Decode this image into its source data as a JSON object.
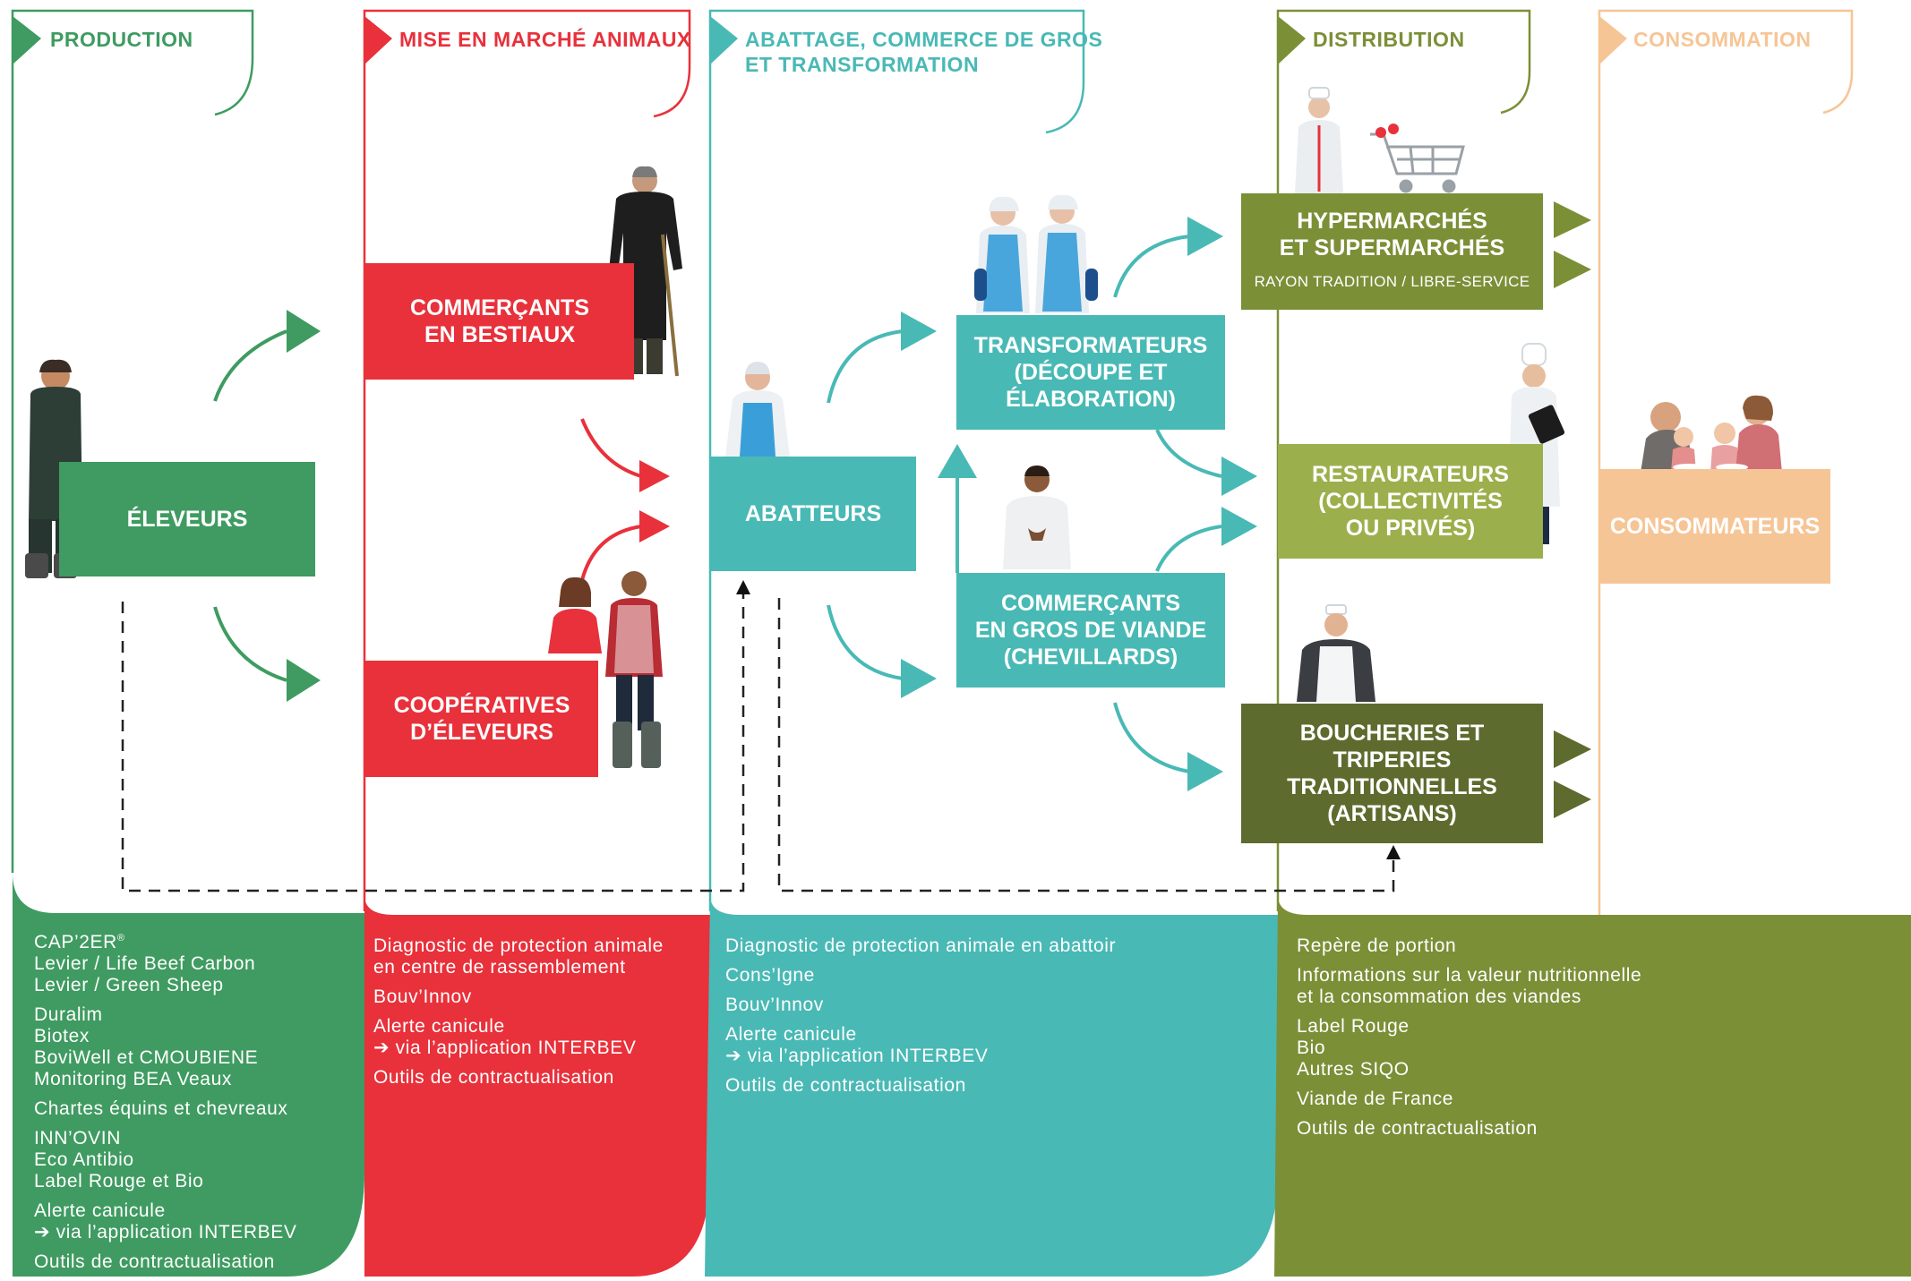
{
  "colors": {
    "production": "#3f9b61",
    "marche": "#e8313b",
    "abattage": "#49b9b5",
    "distribution_dark": "#5d6b2e",
    "distribution": "#7b8f37",
    "distribution_light": "#9bb04c",
    "consommation": "#f6c596"
  },
  "stages": {
    "production": "PRODUCTION",
    "marche": "MISE EN MARCHÉ ANIMAUX",
    "abattage_1": "ABATTAGE, COMMERCE DE GROS",
    "abattage_2": "ET TRANSFORMATION",
    "distribution": "DISTRIBUTION",
    "consommation": "CONSOMMATION"
  },
  "actors": {
    "eleveurs": "ÉLEVEURS",
    "commercants_bestiaux_1": "COMMERÇANTS",
    "commercants_bestiaux_2": "EN BESTIAUX",
    "cooperatives_1": "COOPÉRATIVES",
    "cooperatives_2": "D’ÉLEVEURS",
    "abatteurs": "ABATTEURS",
    "transformateurs_1": "TRANSFORMATEURS",
    "transformateurs_2": "(DÉCOUPE ET",
    "transformateurs_3": "ÉLABORATION)",
    "chevillards_1": "COMMERÇANTS",
    "chevillards_2": "EN GROS DE VIANDE",
    "chevillards_3": "(CHEVILLARDS)",
    "hyper_1": "HYPERMARCHÉS",
    "hyper_2": "ET SUPERMARCHÉS",
    "hyper_sub": "RAYON TRADITION / LIBRE-SERVICE",
    "restaurateurs_1": "RESTAURATEURS",
    "restaurateurs_2": "(COLLECTIVITÉS",
    "restaurateurs_3": "OU PRIVÉS)",
    "boucheries_1": "BOUCHERIES ET TRIPERIES",
    "boucheries_2": "TRADITIONNELLES",
    "boucheries_3": "(ARTISANS)",
    "consommateurs": "CONSOMMATEURS"
  },
  "panels": {
    "production": {
      "cap2er": "CAP’2ER",
      "cap2er_mark": "®",
      "items": [
        "      Levier / Life Beef Carbon\n      Levier / Green Sheep",
        "Duralim\nBiotex\nBoviWell et CMOUBIENE\nMonitoring BEA Veaux",
        "Chartes équins et chevreaux",
        "INN’OVIN\nEco Antibio\nLabel Rouge et Bio",
        "Alerte canicule\n➔ via l’application INTERBEV",
        "Outils de contractualisation"
      ]
    },
    "marche": {
      "items": [
        "Diagnostic de protection animale\nen centre de rassemblement",
        "Bouv’Innov",
        "Alerte canicule\n➔ via l’application INTERBEV",
        "Outils de contractualisation"
      ]
    },
    "abattage": {
      "items": [
        "Diagnostic de protection animale en abattoir",
        "Cons’Igne",
        "Bouv’Innov",
        "Alerte canicule\n➔ via l’application INTERBEV",
        "Outils de contractualisation"
      ]
    },
    "distribution": {
      "items": [
        "Repère de portion",
        "Informations sur la valeur nutritionnelle\net la consommation des viandes",
        "Label Rouge\nBio\nAutres SIQO",
        "Viande de France",
        "Outils de contractualisation"
      ]
    }
  }
}
